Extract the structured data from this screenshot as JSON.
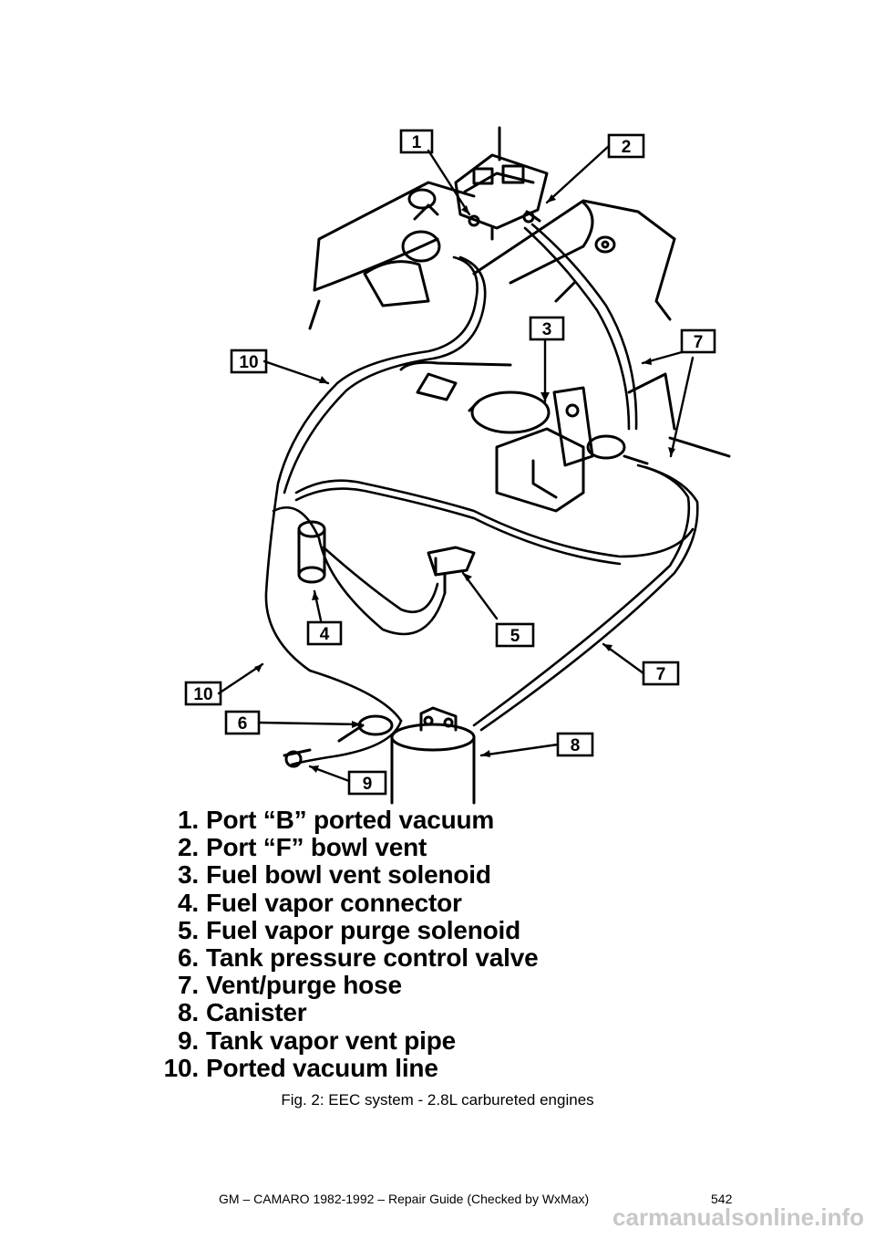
{
  "figure": {
    "callouts": [
      "1",
      "2",
      "3",
      "4",
      "5",
      "6",
      "7",
      "7",
      "8",
      "9",
      "10",
      "10"
    ],
    "legend": [
      {
        "num": "1.",
        "text": "Port “B” ported vacuum"
      },
      {
        "num": "2.",
        "text": "Port “F” bowl vent"
      },
      {
        "num": "3.",
        "text": "Fuel bowl vent solenoid"
      },
      {
        "num": "4.",
        "text": "Fuel vapor connector"
      },
      {
        "num": "5.",
        "text": "Fuel vapor purge solenoid"
      },
      {
        "num": "6.",
        "text": "Tank pressure control valve"
      },
      {
        "num": "7.",
        "text": "Vent/purge hose"
      },
      {
        "num": "8.",
        "text": "Canister"
      },
      {
        "num": "9.",
        "text": "Tank vapor vent pipe"
      },
      {
        "num": "10.",
        "text": "Ported vacuum line"
      }
    ],
    "caption": "Fig. 2: EEC system - 2.8L carbureted engines"
  },
  "footer": {
    "left": "GM – CAMARO 1982-1992 – Repair Guide (Checked by WxMax)",
    "page": "542"
  },
  "watermark": "carmanualsonline.info"
}
